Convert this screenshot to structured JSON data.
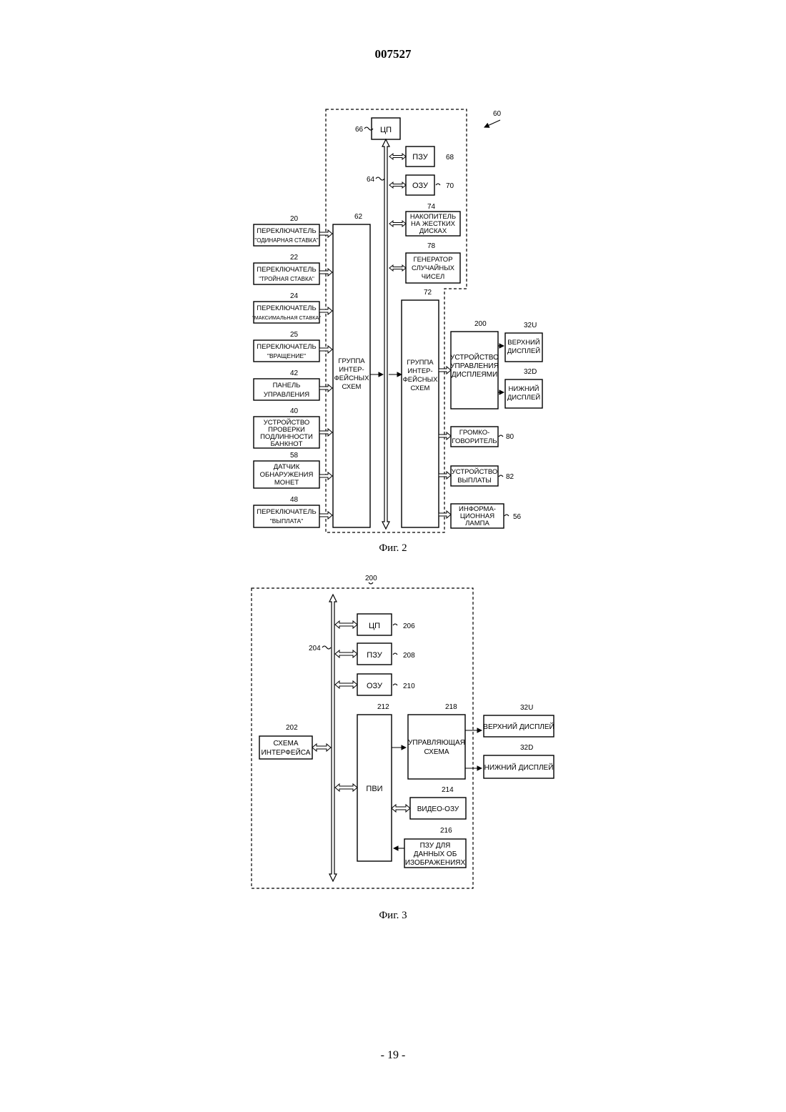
{
  "document_number": "007527",
  "page_number": "- 19 -",
  "fig2": {
    "caption": "Фиг. 2",
    "ref_system": "60",
    "cpu": {
      "label": "ЦП",
      "ref": "66"
    },
    "bus_ref": "64",
    "rom": {
      "label": "ПЗУ",
      "ref": "68"
    },
    "ram": {
      "label": "ОЗУ",
      "ref": "70"
    },
    "hdd": {
      "lines": [
        "НАКОПИТЕЛЬ",
        "НА ЖЕСТКИХ",
        "ДИСКАХ"
      ],
      "ref": "74"
    },
    "rng": {
      "lines": [
        "ГЕНЕРАТОР",
        "СЛУЧАЙНЫХ",
        "ЧИСЕЛ"
      ],
      "ref": "78"
    },
    "iface_left": {
      "lines": [
        "ГРУППА",
        "ИНТЕР-",
        "ФЕЙСНЫХ",
        "СХЕМ"
      ],
      "ref": "62"
    },
    "iface_right": {
      "lines": [
        "ГРУППА",
        "ИНТЕР-",
        "ФЕЙСНЫХ",
        "СХЕМ"
      ],
      "ref": "72"
    },
    "inputs": [
      {
        "ref": "20",
        "lines": [
          "ПЕРЕКЛЮЧАТЕЛЬ",
          "\"ОДИНАРНАЯ СТАВКА\""
        ]
      },
      {
        "ref": "22",
        "lines": [
          "ПЕРЕКЛЮЧАТЕЛЬ",
          "\"ТРОЙНАЯ СТАВКА\""
        ]
      },
      {
        "ref": "24",
        "lines": [
          "ПЕРЕКЛЮЧАТЕЛЬ",
          "\"МАКСИМАЛЬНАЯ СТАВКА\""
        ]
      },
      {
        "ref": "25",
        "lines": [
          "ПЕРЕКЛЮЧАТЕЛЬ",
          "\"ВРАЩЕНИЕ\""
        ]
      },
      {
        "ref": "42",
        "lines": [
          "ПАНЕЛЬ",
          "УПРАВЛЕНИЯ"
        ]
      },
      {
        "ref": "40",
        "lines": [
          "УСТРОЙСТВО",
          "ПРОВЕРКИ",
          "ПОДЛИННОСТИ",
          "БАНКНОТ"
        ]
      },
      {
        "ref": "58",
        "lines": [
          "ДАТЧИК",
          "ОБНАРУЖЕНИЯ",
          "МОНЕТ"
        ]
      },
      {
        "ref": "48",
        "lines": [
          "ПЕРЕКЛЮЧАТЕЛЬ",
          "\"ВЫПЛАТА\""
        ]
      }
    ],
    "display_ctrl": {
      "lines": [
        "УСТРОЙСТВО",
        "УПРАВЛЕНИЯ",
        "ДИСПЛЕЯМИ"
      ],
      "ref": "200"
    },
    "upper_display": {
      "lines": [
        "ВЕРХНИЙ",
        "ДИСПЛЕЙ"
      ],
      "ref": "32U"
    },
    "lower_display": {
      "lines": [
        "НИЖНИЙ",
        "ДИСПЛЕЙ"
      ],
      "ref": "32D"
    },
    "speaker": {
      "lines": [
        "ГРОМКО-",
        "ГОВОРИТЕЛЬ"
      ],
      "ref": "80"
    },
    "payout": {
      "lines": [
        "УСТРОЙСТВО",
        "ВЫПЛАТЫ"
      ],
      "ref": "82"
    },
    "lamp": {
      "lines": [
        "ИНФОРМА-",
        "ЦИОННАЯ",
        "ЛАМПА"
      ],
      "ref": "56"
    }
  },
  "fig3": {
    "caption": "Фиг. 3",
    "ref_system": "200",
    "bus_ref": "204",
    "interface": {
      "lines": [
        "СХЕМА",
        "ИНТЕРФЕЙСА"
      ],
      "ref": "202"
    },
    "cpu": {
      "label": "ЦП",
      "ref": "206"
    },
    "rom": {
      "label": "ПЗУ",
      "ref": "208"
    },
    "ram": {
      "label": "ОЗУ",
      "ref": "210"
    },
    "pvi": {
      "label": "ПВИ",
      "ref": "212"
    },
    "control": {
      "lines": [
        "УПРАВЛЯЮЩАЯ",
        "СХЕМА"
      ],
      "ref": "218"
    },
    "vram": {
      "label": "ВИДЕО-ОЗУ",
      "ref": "214"
    },
    "image_rom": {
      "lines": [
        "ПЗУ ДЛЯ",
        "ДАННЫХ ОБ",
        "ИЗОБРАЖЕНИЯХ"
      ],
      "ref": "216"
    },
    "upper_display": {
      "label": "ВЕРХНИЙ ДИСПЛЕЙ",
      "ref": "32U"
    },
    "lower_display": {
      "label": "НИЖНИЙ ДИСПЛЕЙ",
      "ref": "32D"
    }
  }
}
